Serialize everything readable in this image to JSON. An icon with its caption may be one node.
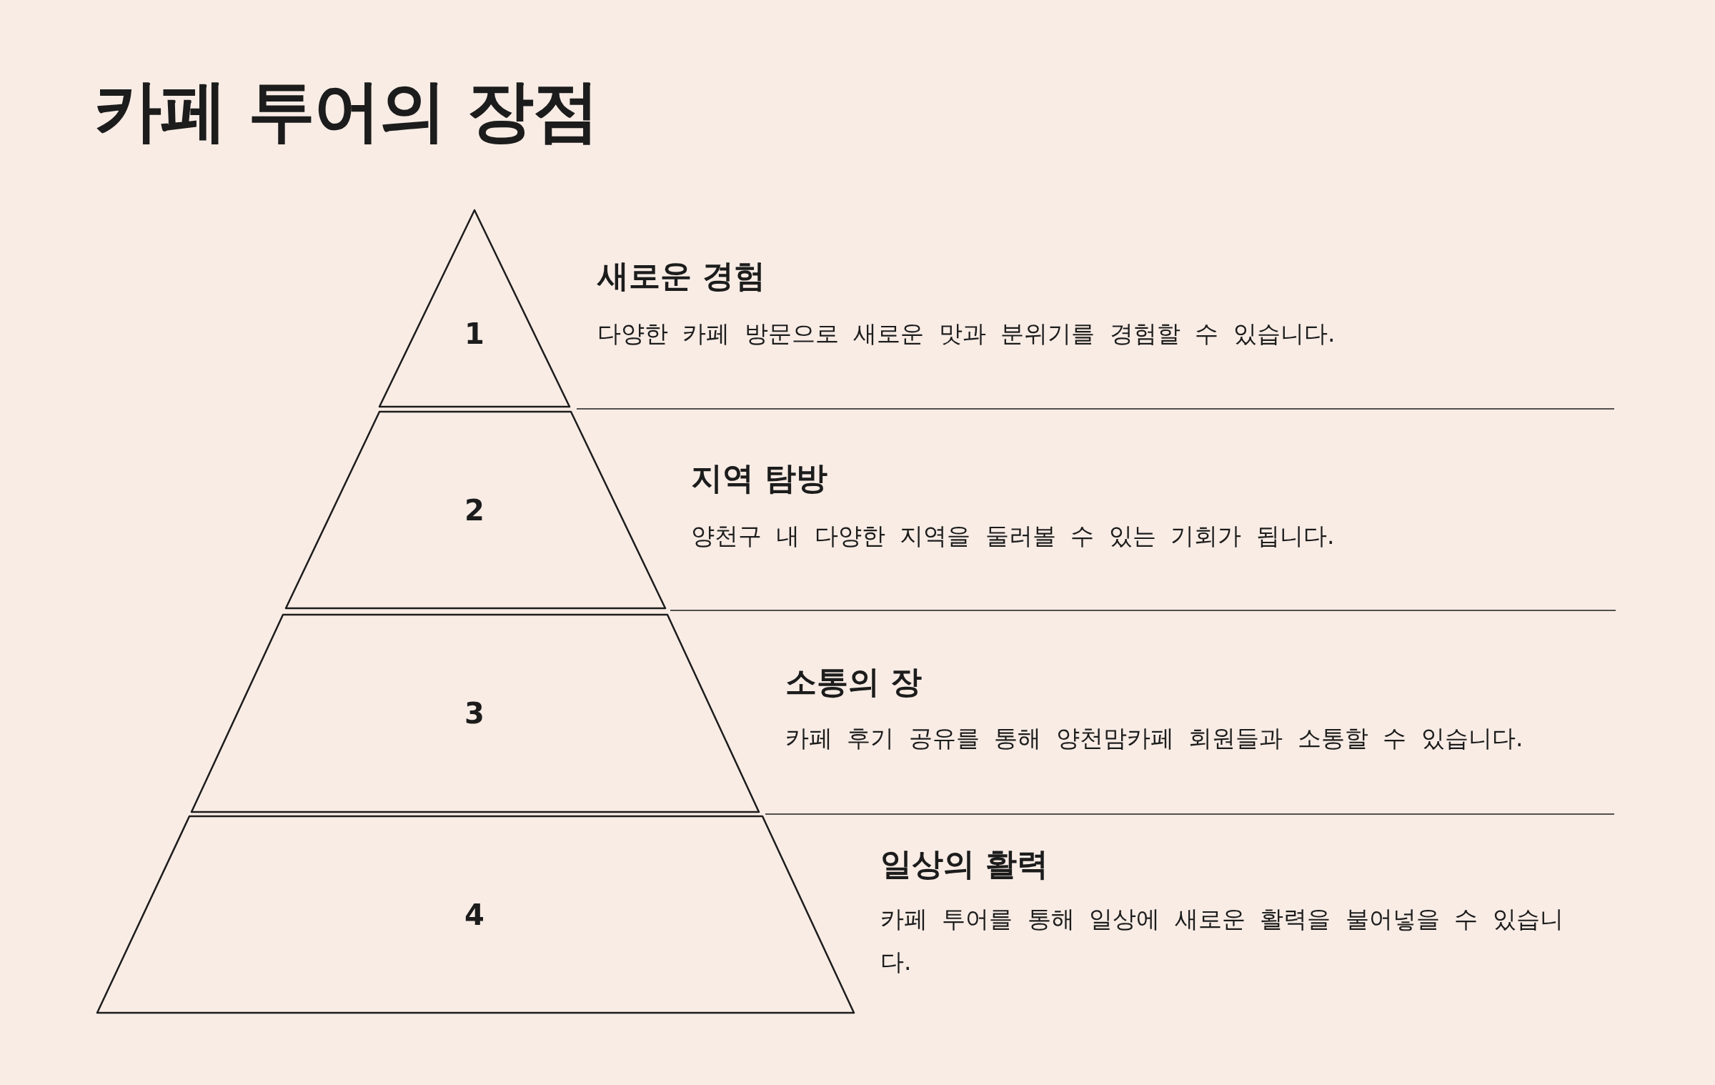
{
  "diagram": {
    "title": "카페 투어의 장점",
    "nodes": [
      {
        "text": [
          "1"
        ],
        "beside": [
          "새로운 경험",
          "다양한 카페 방문으로 새로운 맛과 분위기를 경험할 수 있습니다."
        ]
      },
      {
        "text": [
          "2"
        ],
        "beside": [
          "지역 탐방",
          "양천구 내 다양한 지역을 둘러볼 수 있는 기회가 됩니다."
        ]
      },
      {
        "text": [
          "3"
        ],
        "beside": [
          "소통의 장",
          "카페 후기 공유를 통해 양천맘카페 회원들과 소통할 수 있습니다."
        ]
      },
      {
        "text": [
          "4"
        ],
        "beside": [
          "일상의 활력",
          "카페 투어를 통해 일상에 새로운 활력을 불어넣을 수 있습니다."
        ]
      }
    ],
    "edges": []
  }
}
